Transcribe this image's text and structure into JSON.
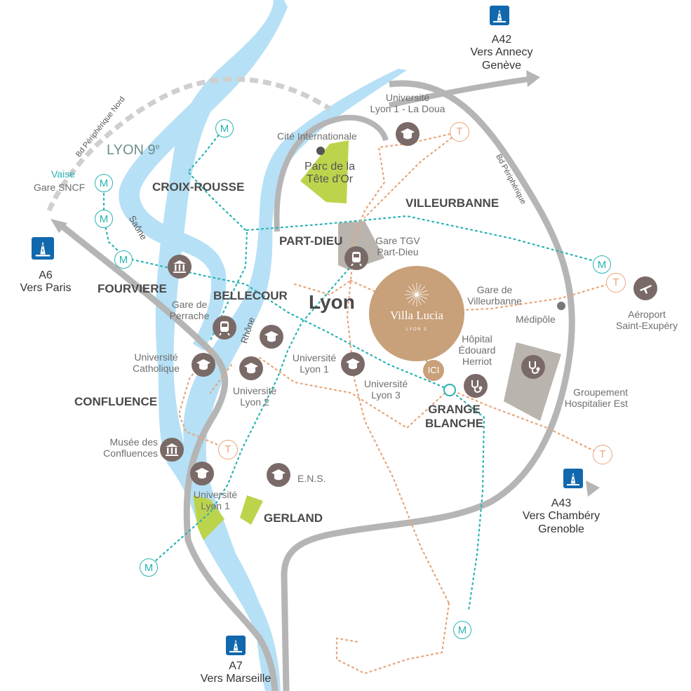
{
  "colors": {
    "river": "#b6e0f5",
    "road": "#b5b5b5",
    "metro": "#2bb3b3",
    "tram": "#e7a67a",
    "park": "#bcd44b",
    "poi": "#7a6a67",
    "villa": "#c8a079",
    "highway_sign": "#1268ad"
  },
  "villa": {
    "name": "Villa Lucia",
    "sub": "LYON 3",
    "marker": "ICI"
  },
  "city": "Lyon",
  "lyon9": "LYON 9",
  "lyon9_sup": "e",
  "vaise": "Vaise",
  "gare_sncf": "Gare SNCF",
  "highways": {
    "a42": "A42\nVers Annecy\nGenève",
    "a6": "A6\nVers Paris",
    "a7": "A7\nVers Marseille",
    "a43": "A43\nVers Chambéry\nGrenoble"
  },
  "roads": {
    "periph_nord": "Bd Périphérique Nord",
    "periph": "Bd Périphérique"
  },
  "rivers": {
    "saone": "Saône",
    "rhone": "Rhône"
  },
  "districts": {
    "croix_rousse": "CROIX-ROUSSE",
    "villeurbanne": "VILLEURBANNE",
    "part_dieu": "PART-DIEU",
    "fourviere": "FOURVIERE",
    "bellecour": "BELLECOUR",
    "confluence": "CONFLUENCE",
    "grange_blanche": "GRANGE\nBLANCHE",
    "gerland": "GERLAND"
  },
  "places": {
    "universite_doua": "Université\nLyon 1 - La Doua",
    "cite_internationale": "Cité Internationale",
    "parc_tete_or": "Parc de la\nTête d'Or",
    "gare_tgv": "Gare TGV\nPart-Dieu",
    "gare_perrache": "Gare de\nPerrache",
    "gare_villeurbanne": "Gare de\nVilleurbanne",
    "medipole": "Médipôle",
    "aeroport": "Aéroport\nSaint-Exupéry",
    "hopital": "Hôpital\nÉdouard\nHerriot",
    "groupement": "Groupement\nHospitalier Est",
    "universite_catholique": "Université\nCatholique",
    "universite_lyon1_center": "Université\nLyon 1",
    "universite_lyon3": "Université\nLyon 3",
    "universite_lyon2": "Université\nLyon 2",
    "musee_confluences": "Musée des\nConfluences",
    "universite_lyon1_south": "Université\nLyon 1",
    "ens": "E.N.S."
  },
  "badges": {
    "metro": "M",
    "tram": "T"
  },
  "icons": [
    "highway-icon",
    "university-icon",
    "train-icon",
    "museum-icon",
    "plane-icon",
    "hospital-icon"
  ]
}
